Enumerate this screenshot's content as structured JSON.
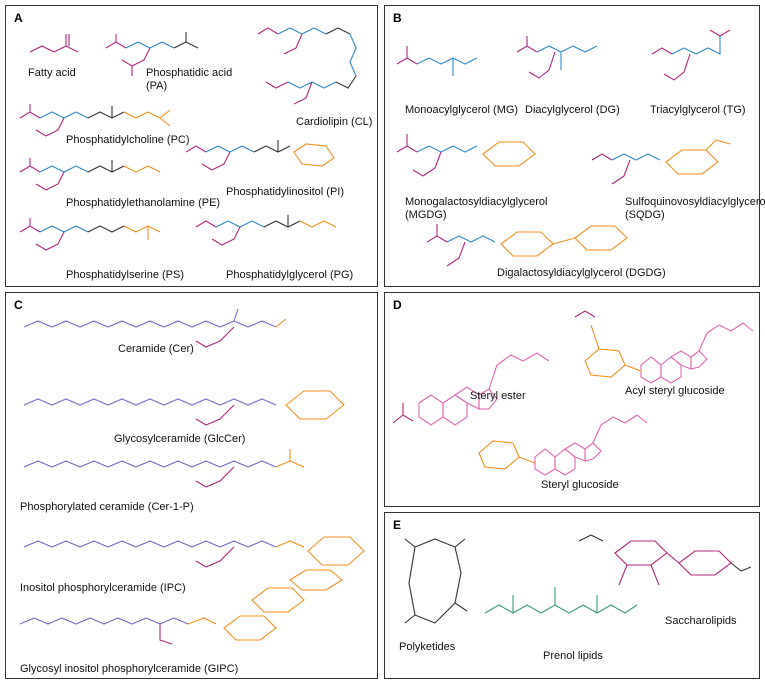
{
  "panels": {
    "A": {
      "label": "A",
      "items": [
        "Fatty acid",
        "Phosphatidic acid",
        "(PA)",
        "Cardiolipin (CL)",
        "Phosphatidylcholine (PC)",
        "Phosphatidylethanolamine (PE)",
        "Phosphatidylinositol (PI)",
        "Phosphatidylserine (PS)",
        "Phosphatidylglycerol (PG)"
      ]
    },
    "B": {
      "label": "B",
      "items": [
        "Monoacylglycerol (MG)",
        "Diacylglycerol (DG)",
        "Triacylglycerol (TG)",
        "Monogalactosyldiacylglycerol",
        "(MGDG)",
        "Sulfoquinovosyldiacylglycerol",
        "(SQDG)",
        "Digalactosyldiacylglycerol (DGDG)"
      ]
    },
    "C": {
      "label": "C",
      "items": [
        "Ceramide (Cer)",
        "Glycosylceramide (GlcCer)",
        "Phosphorylated ceramide (Cer-1-P)",
        "Inositol phosphorylceramide (IPC)",
        "Glycosyl inositol phosphorylceramide (GIPC)"
      ]
    },
    "D": {
      "label": "D",
      "items": [
        "Steryl ester",
        "Acyl steryl glucoside",
        "Steryl glucoside"
      ]
    },
    "E": {
      "label": "E",
      "items": [
        "Polyketides",
        "Saccharolipids",
        "Prenol lipids"
      ]
    }
  },
  "colors": {
    "glycerol": "#2f8bc9",
    "acyl": "#b0277f",
    "phosphate": "#333333",
    "headgroup": "#f0921e",
    "sphingoid": "#7a6bc8",
    "sterol": "#e066b4",
    "prenol": "#3a9d73"
  }
}
